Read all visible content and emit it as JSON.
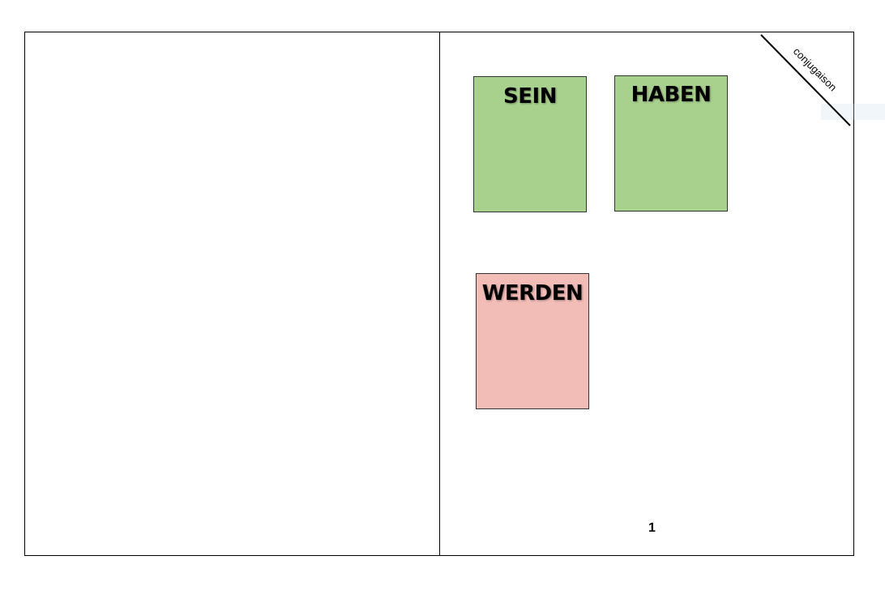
{
  "document": {
    "corner_label": "conjugaison",
    "page_number": "1"
  },
  "cards": [
    {
      "title": "SEIN",
      "color": "#a9d18e"
    },
    {
      "title": "HABEN",
      "color": "#a9d18e"
    },
    {
      "title": "WERDEN",
      "color": "#f2bcb7"
    }
  ]
}
